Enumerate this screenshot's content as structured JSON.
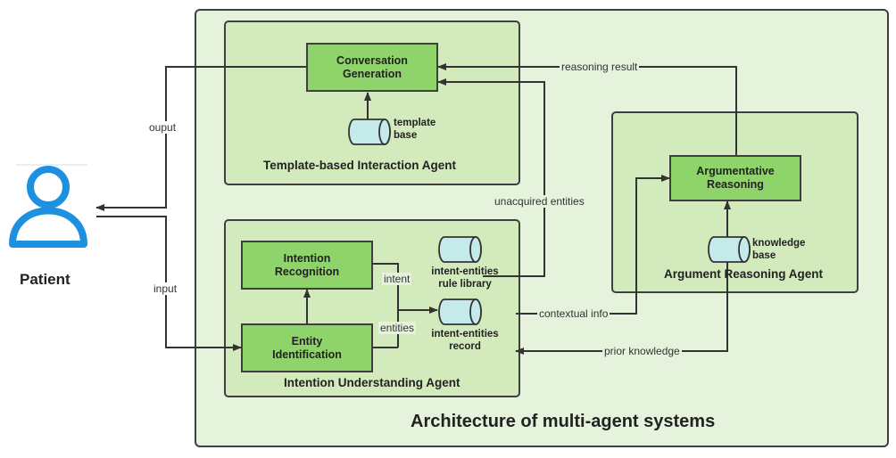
{
  "title": "Architecture of multi-agent systems",
  "user": {
    "label": "Patient"
  },
  "agents": {
    "template": "Template-based Interaction  Agent",
    "intention": "Intention Understanding Agent",
    "argument": "Argument Reasoning Agent"
  },
  "processes": {
    "conversation": "Conversation\nGeneration",
    "intention_recognition": "Intention\nRecognition",
    "entity_identification": "Entity\nIdentification",
    "argumentative": "Argumentative\nReasoning"
  },
  "databases": {
    "template_base": "template\nbase",
    "rule_library": "intent-entities\nrule library",
    "record": "intent-entities\nrecord",
    "knowledge_base": "knowledge\nbase"
  },
  "edges": {
    "output": "ouput",
    "input": "input",
    "reasoning_result": "reasoning result",
    "unacquired_entities": "unacquired entities",
    "intent": "intent",
    "entities": "entities",
    "contextual_info": "contextual info",
    "prior_knowledge": "prior knowledge"
  },
  "colors": {
    "outer_bg": "#e6f3dc",
    "agent_bg": "#d2eabc",
    "process_fill": "#8fd46a",
    "db_fill": "#c5eaea",
    "user_icon": "#1e90e0",
    "line": "#3f3f3f"
  },
  "icons": {
    "patient": "person-icon",
    "database": "cylinder-icon"
  }
}
